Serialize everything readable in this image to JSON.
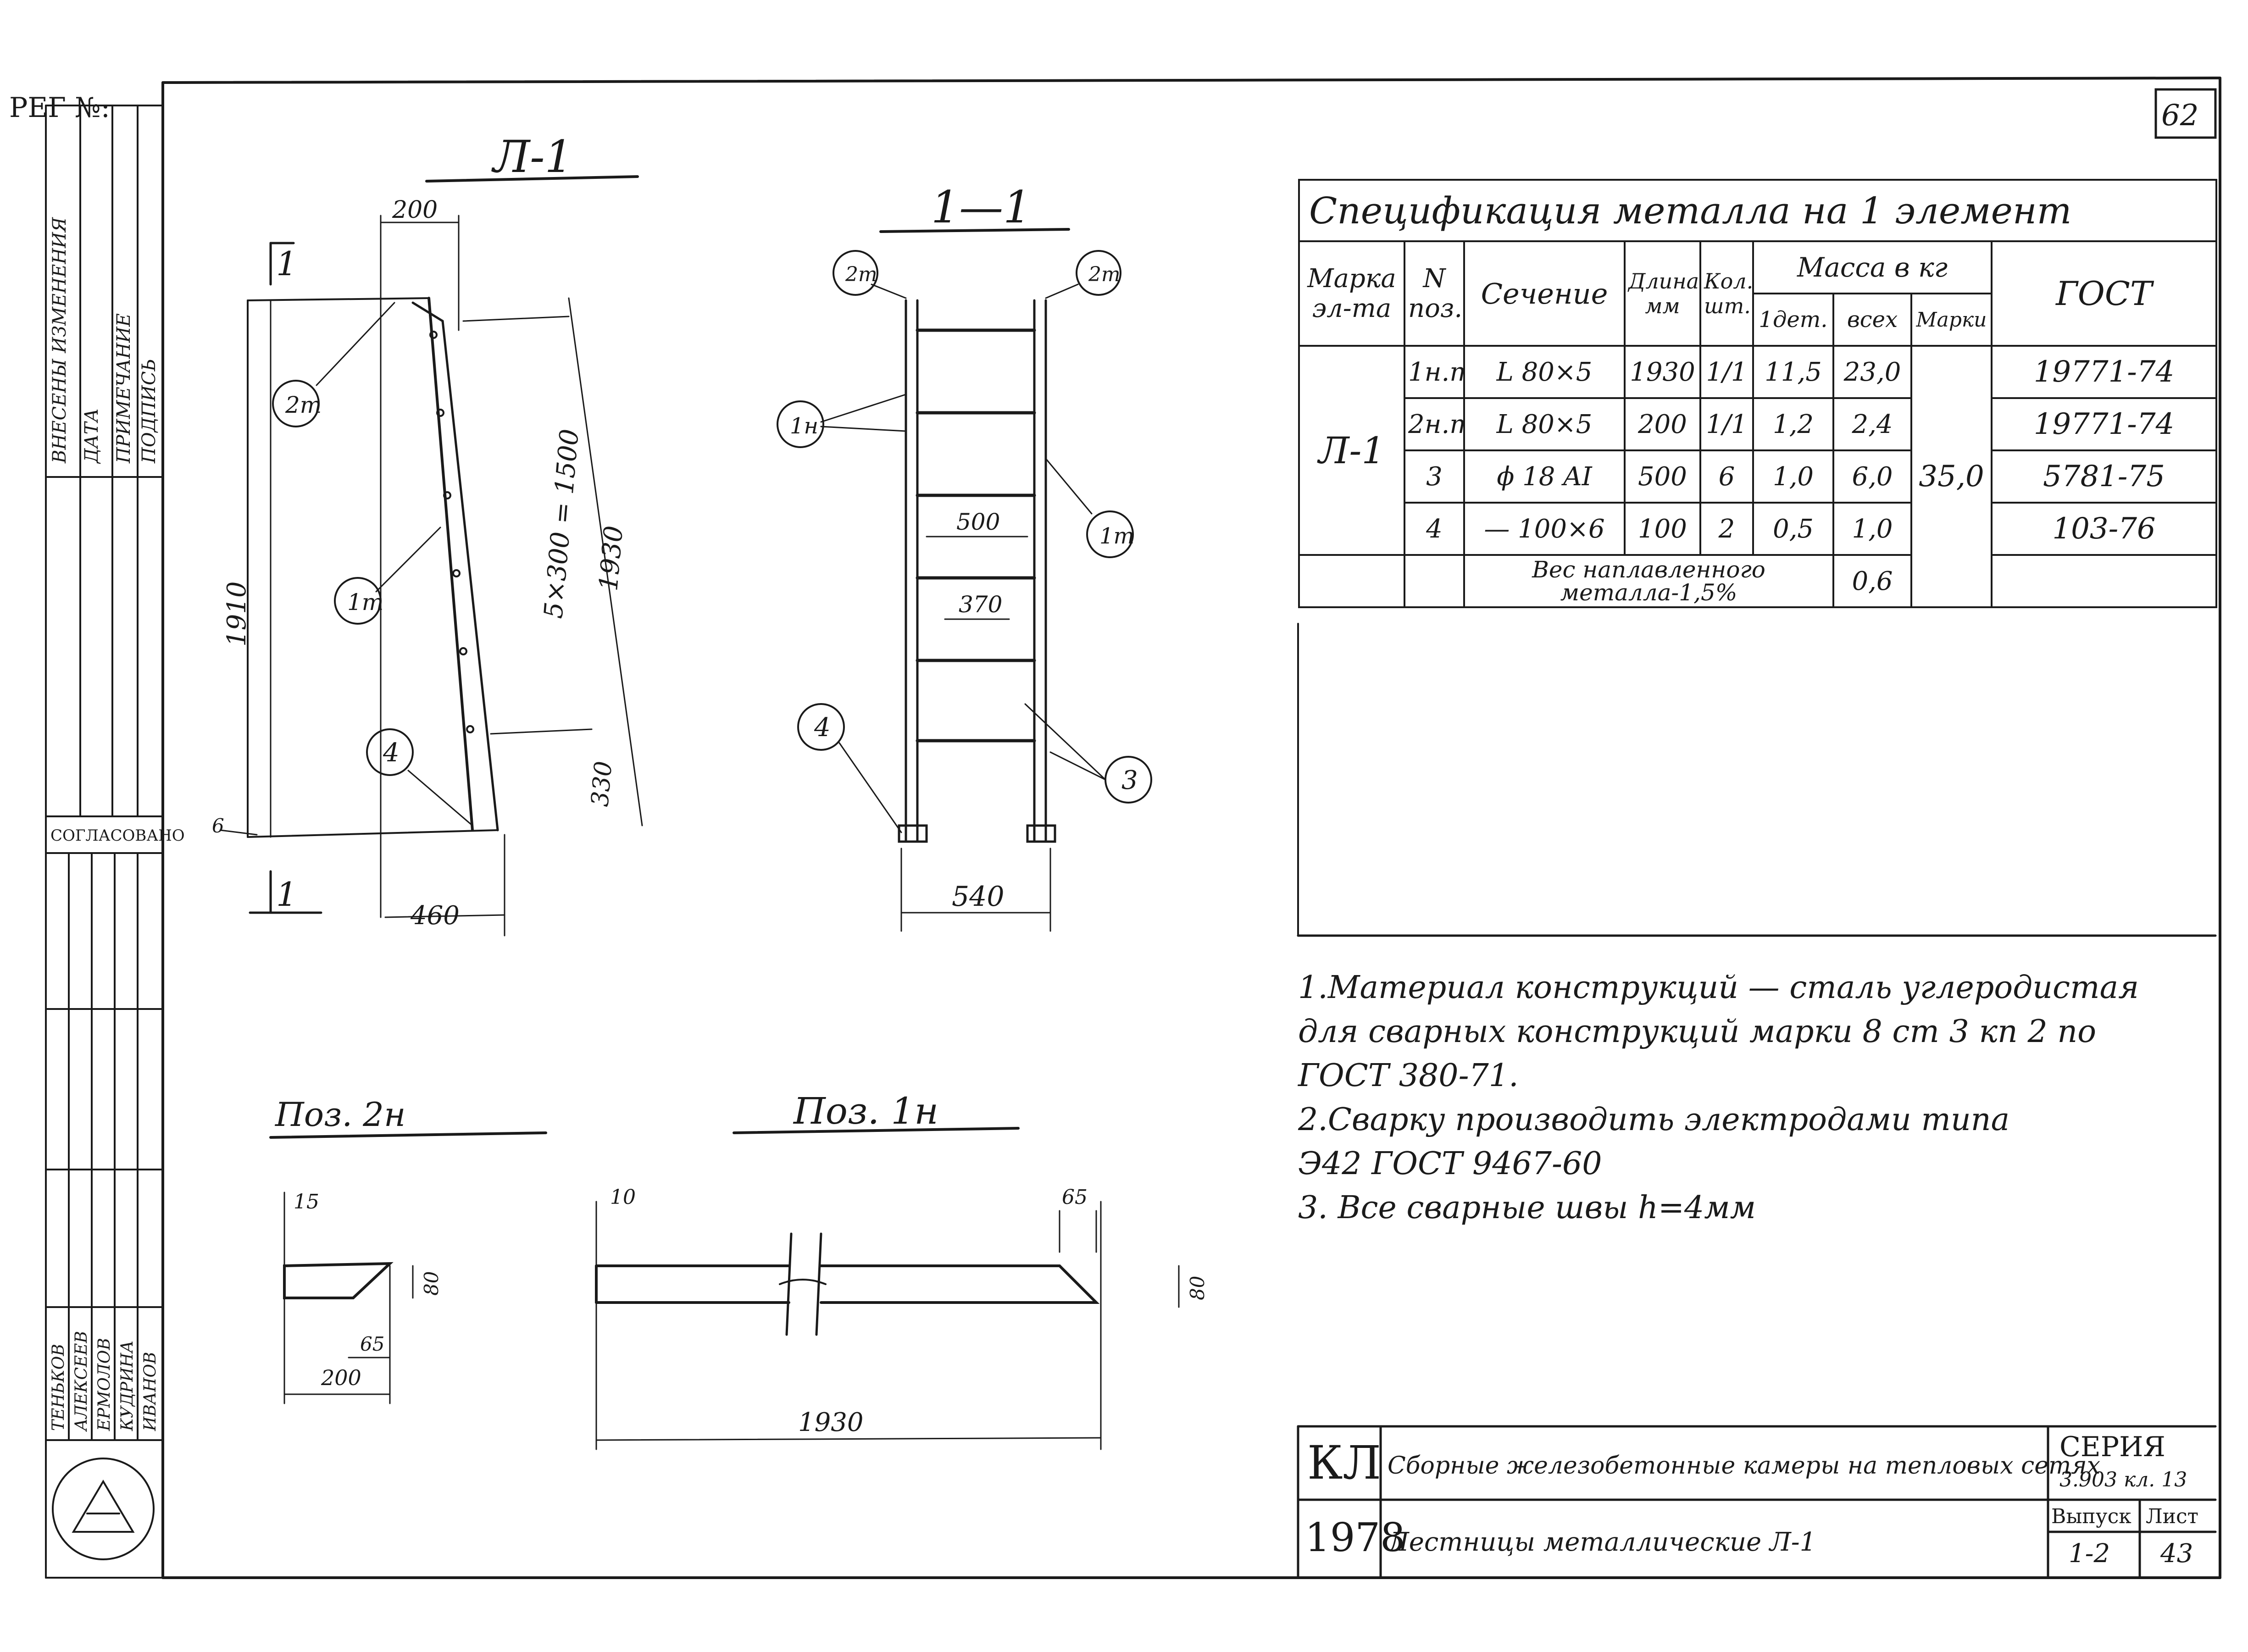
{
  "reg_label": "РЕГ №:",
  "page_number": "62",
  "left_stamp": {
    "top_labels": [
      "ВНЕСЕНЫ ИЗМЕНЕНИЯ",
      "ДАТА",
      "ПРИМЕЧАНИЕ",
      "ПОДПИСЬ"
    ],
    "agreed": "СОГЛАСОВАНО",
    "names": [
      "ТЕНЬКОВ",
      "АЛЕКСЕЕВ",
      "ЕРМОЛОВ",
      "КУДРИНА",
      "ИВАНОВ"
    ]
  },
  "section_A1": {
    "title": "Л-1",
    "cut_mark": "1",
    "dim_top": "200",
    "dim_height": "1910",
    "dim_pitch": "5×300 = 1500",
    "dim_rail": "1930",
    "dim_bottom_gap": "330",
    "dim_bottom": "460",
    "dim_small": "6",
    "callouts": [
      "2т",
      "1т",
      "4"
    ]
  },
  "section_11": {
    "title": "1—1",
    "dim_width": "540",
    "dim_rung": "500",
    "dim_inner": "370",
    "callouts": [
      "2т",
      "2т",
      "1н",
      "1т",
      "4",
      "3"
    ]
  },
  "detail_pos2": {
    "title": "Поз. 2н",
    "dim_15": "15",
    "dim_80": "80",
    "dim_65": "65",
    "dim_200": "200"
  },
  "detail_pos1": {
    "title": "Поз. 1н",
    "dim_10": "10",
    "dim_65": "65",
    "dim_80": "80",
    "dim_1930": "1930"
  },
  "spec": {
    "title": "Спецификация металла на 1 элемент",
    "headers": {
      "mark": "Марка эл-та",
      "pos": "N поз.",
      "section": "Сечение",
      "length": "Длина мм",
      "qty": "Кол. шт.",
      "mass": "Масса в кг",
      "mass_one": "1дет.",
      "mass_all": "всех",
      "mass_mark": "Марки",
      "gost": "ГОСТ"
    },
    "element_mark": "Л-1",
    "element_mass": "35,0",
    "rows": [
      {
        "pos": "1н.т",
        "section": "L 80×5",
        "length": "1930",
        "qty": "1/1",
        "m1": "11,5",
        "mall": "23,0",
        "gost": "19771-74"
      },
      {
        "pos": "2н.т",
        "section": "L 80×5",
        "length": "200",
        "qty": "1/1",
        "m1": "1,2",
        "mall": "2,4",
        "gost": "19771-74"
      },
      {
        "pos": "3",
        "section": "ϕ 18 AI",
        "length": "500",
        "qty": "6",
        "m1": "1,0",
        "mall": "6,0",
        "gost": "5781-75"
      },
      {
        "pos": "4",
        "section": "— 100×6",
        "length": "100",
        "qty": "2",
        "m1": "0,5",
        "mall": "1,0",
        "gost": "103-76"
      }
    ],
    "weld_label": "Вес наплавленного металла-1,5%",
    "weld_value": "0,6"
  },
  "notes": [
    "1.Материал конструкций — сталь углеродистая",
    "для сварных конструкций марки 8 ст 3 кп 2 по",
    "ГОСТ 380-71.",
    "2.Сварку производить электродами типа",
    "Э42 ГОСТ 9467-60",
    "3. Все сварные швы h=4мм"
  ],
  "title_block": {
    "code": "КЛ",
    "project": "Сборные железобетонные камеры на тепловых сетях",
    "year": "1978",
    "sheet_name": "Лестницы металлические Л-1",
    "series_label": "СЕРИЯ",
    "series_value": "3.903 кл. 13",
    "issue_label": "Выпуск",
    "issue_value": "1-2",
    "sheet_label": "Лист",
    "sheet_value": "43"
  }
}
